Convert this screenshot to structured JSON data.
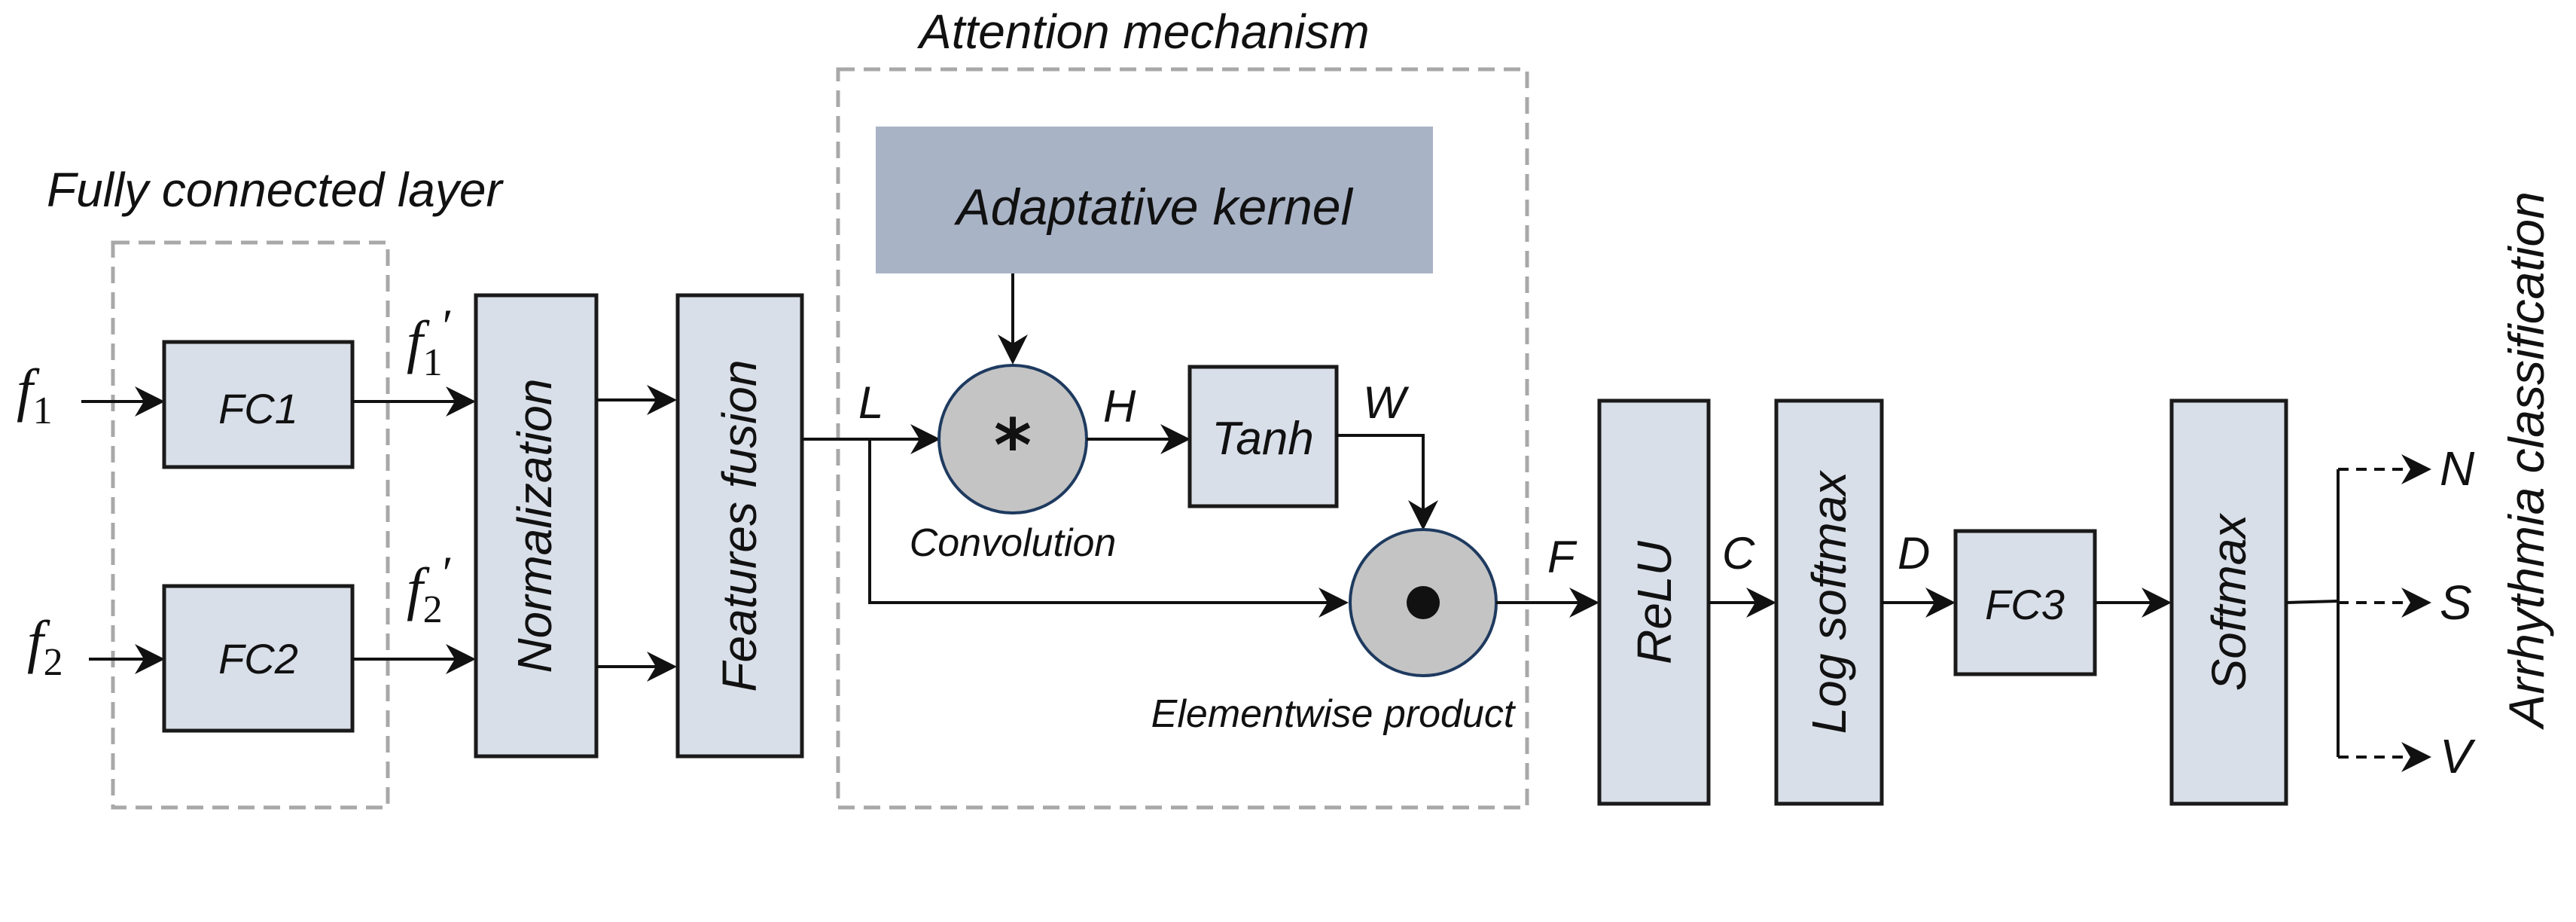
{
  "groups": {
    "fully_connected": "Fully connected layer",
    "attention": "Attention mechanism"
  },
  "inputs": {
    "f1": "f",
    "f1_sub": "1",
    "f2": "f",
    "f2_sub": "2",
    "f1_prime": "f",
    "f1_prime_sub": "1",
    "f1_prime_mark": "′",
    "f2_prime": "f",
    "f2_prime_sub": "2",
    "f2_prime_mark": "′"
  },
  "blocks": {
    "fc1": "FC1",
    "fc2": "FC2",
    "normalization": "Normalization",
    "features_fusion": "Features fusion",
    "adaptive_kernel": "Adaptative kernel",
    "tanh": "Tanh",
    "relu": "ReLU",
    "log_softmax": "Log softmax",
    "fc3": "FC3",
    "softmax": "Softmax"
  },
  "operators": {
    "convolution_symbol": "*",
    "convolution": "Convolution",
    "elementwise": "Elementwise product"
  },
  "signals": {
    "L": "L",
    "H": "H",
    "W": "W",
    "F": "F",
    "C": "C",
    "D": "D"
  },
  "outputs": {
    "title": "Arrhythmia classification",
    "classes": [
      "N",
      "S",
      "V"
    ]
  }
}
